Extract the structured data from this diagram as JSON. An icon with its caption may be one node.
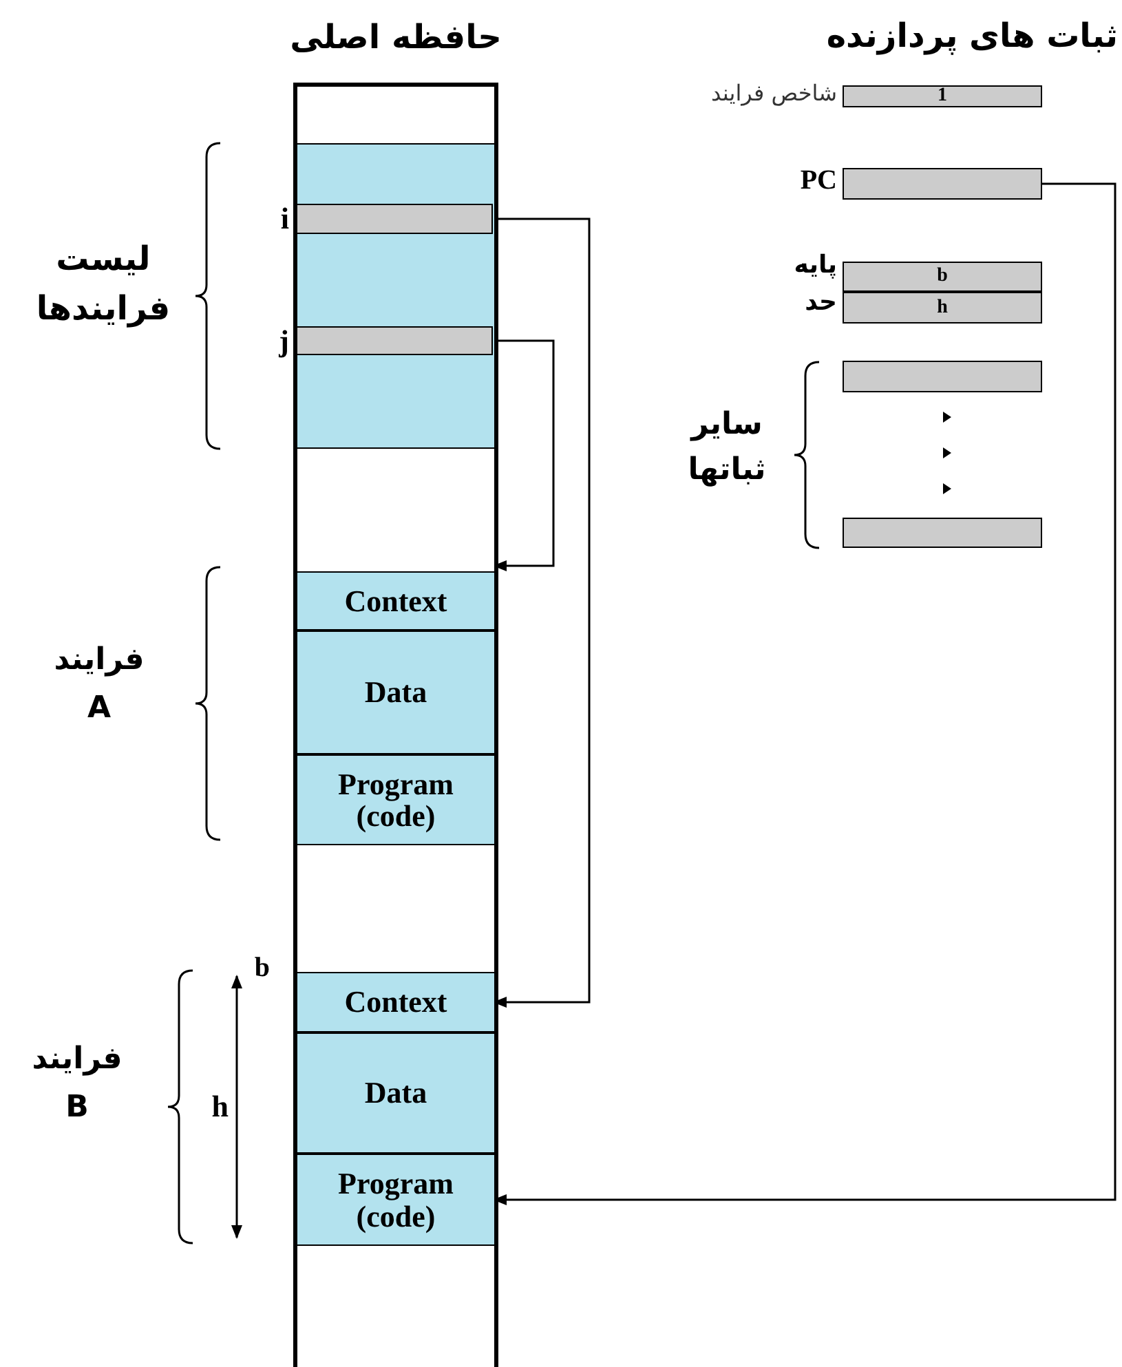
{
  "diagram": {
    "nodes": [
      {
        "text": [
          "حافظه اصلی"
        ]
      },
      {
        "text": [],
        "shape": "box",
        "in": 0
      },
      {
        "text": [],
        "shape": "bar",
        "in": 1,
        "beside": [
          "i"
        ]
      },
      {
        "text": [],
        "shape": "bar",
        "in": 1,
        "beside": [
          "j"
        ]
      },
      {
        "text": [
          "Context"
        ],
        "in": 0
      },
      {
        "text": [
          "Data"
        ],
        "in": 0
      },
      {
        "text": [
          "Program (code)"
        ],
        "in": 0
      },
      {
        "text": [
          "Context"
        ],
        "in": 0
      },
      {
        "text": [
          "Data"
        ],
        "in": 0
      },
      {
        "text": [
          "Program (code)"
        ],
        "in": 0
      },
      {
        "text": [
          "1"
        ],
        "beside": [
          "شاخص فرایند"
        ]
      },
      {
        "text": [],
        "shape": "bar",
        "beside": [
          "PC"
        ]
      },
      {
        "text": [
          "b"
        ],
        "beside": [
          "پایه"
        ]
      },
      {
        "text": [
          "h"
        ],
        "beside": [
          "حد"
        ]
      },
      {
        "text": [],
        "shape": "bar"
      },
      {
        "text": [],
        "shape": "bar"
      }
    ],
    "edges": [
      {
        "from": 2,
        "to": 7,
        "arrow": "to"
      },
      {
        "from": 3,
        "to": 4,
        "arrow": "to"
      },
      {
        "from": 11,
        "to": 9,
        "arrow": "to"
      }
    ],
    "labels": [
      "ثبات های پردازنده",
      "لیست فرایندها",
      "فرایند A",
      "فرایند B",
      "b",
      "h",
      "سایر ثباتها"
    ]
  }
}
